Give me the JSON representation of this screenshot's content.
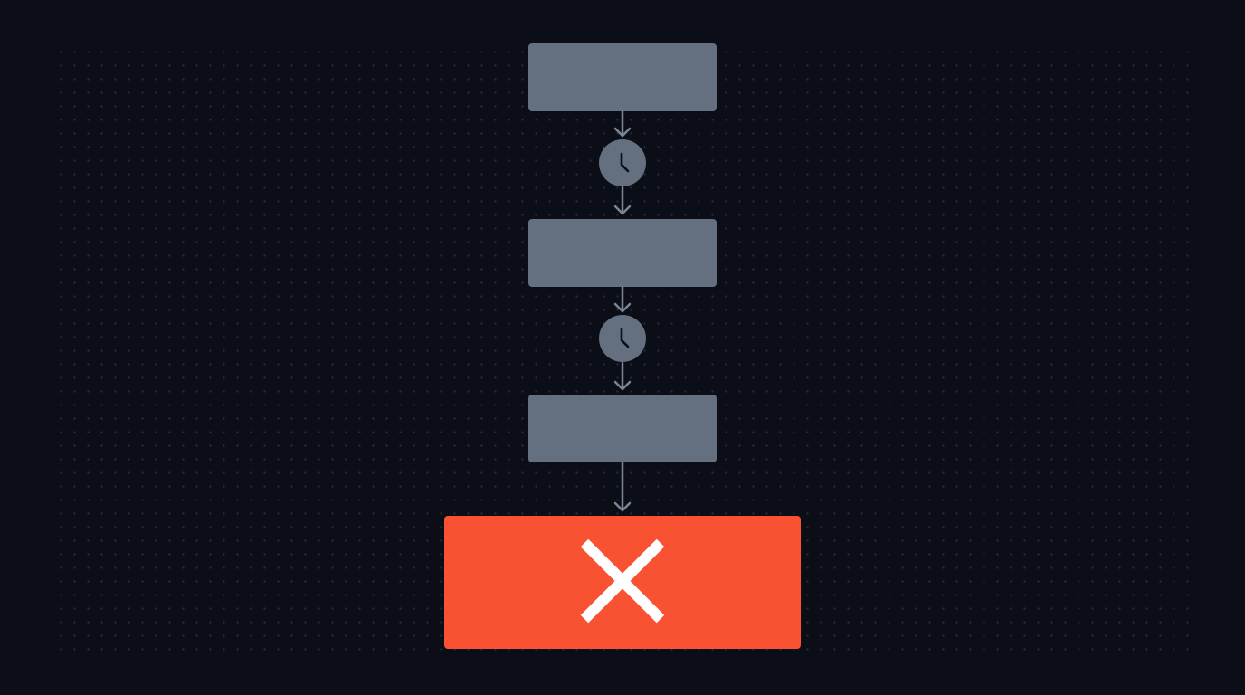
{
  "diagram": {
    "type": "sequential-flow",
    "steps": [
      {
        "kind": "step",
        "label": ""
      },
      {
        "kind": "step",
        "label": ""
      },
      {
        "kind": "step",
        "label": ""
      }
    ],
    "delays": [
      {
        "icon": "clock-icon"
      },
      {
        "icon": "clock-icon"
      }
    ],
    "outcome": {
      "kind": "failure",
      "icon": "x-icon"
    }
  },
  "colors": {
    "background": "#0b0d17",
    "step": "#64707f",
    "connector": "#7c8594",
    "failure": "#f95233",
    "icon_mark": "#ffffff"
  }
}
